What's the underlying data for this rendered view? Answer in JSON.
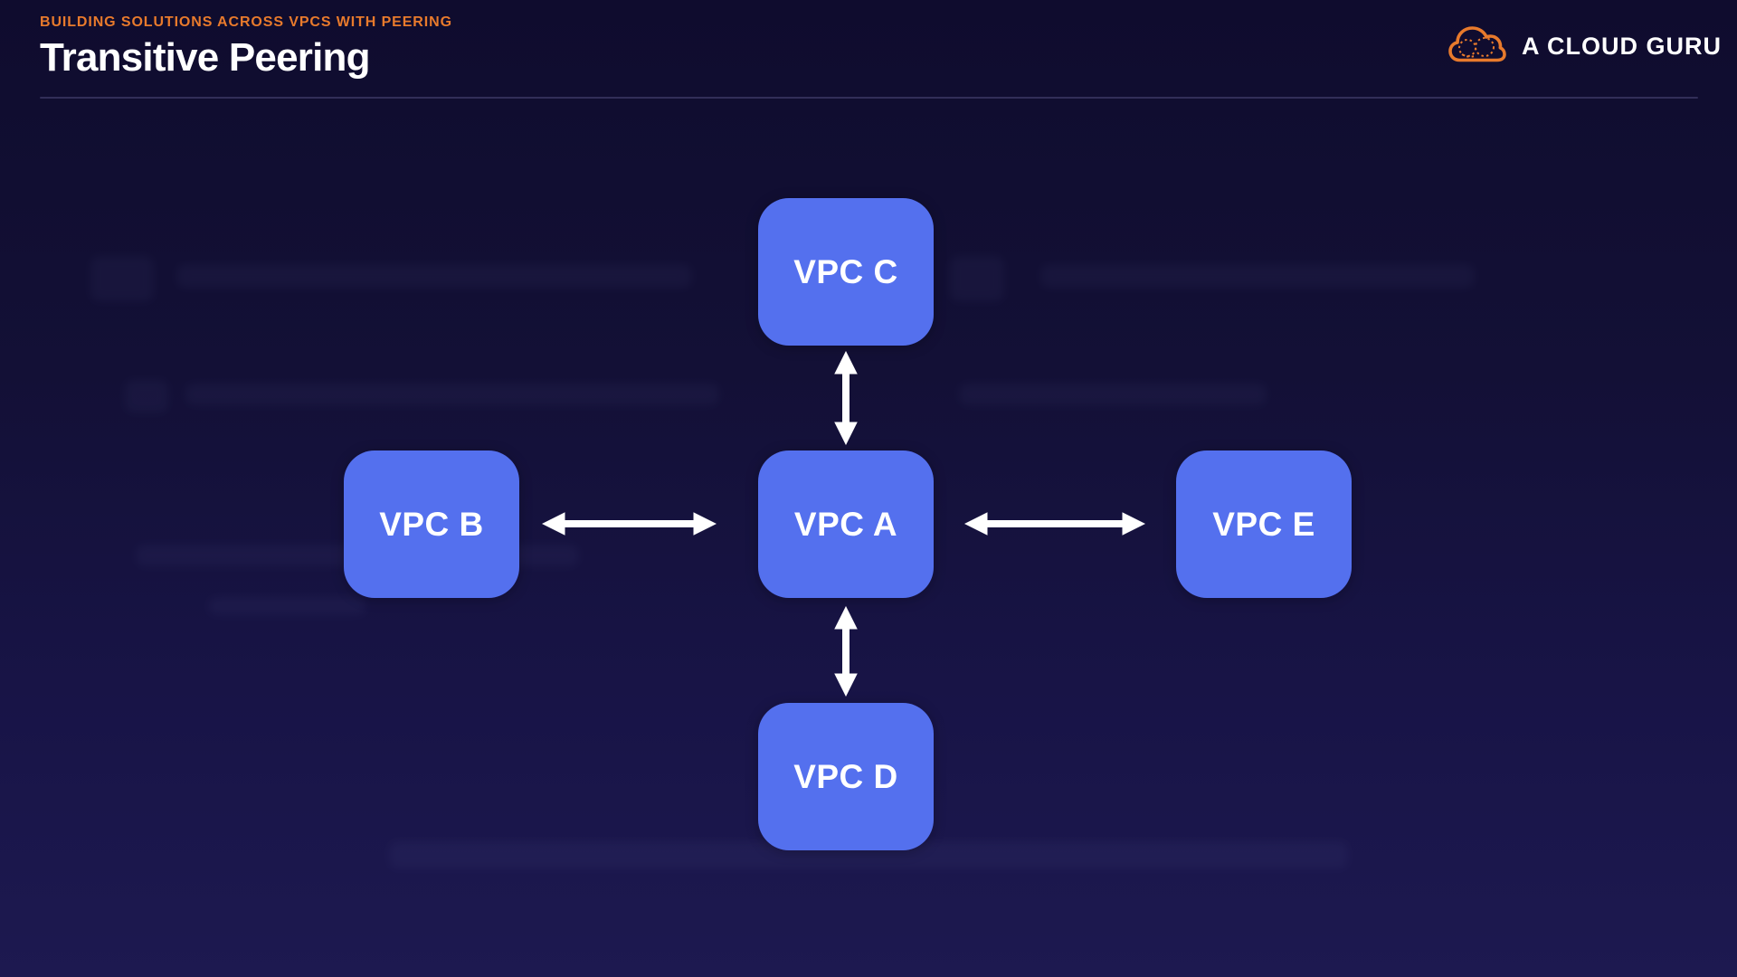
{
  "slide": {
    "eyebrow": "BUILDING SOLUTIONS ACROSS VPCS WITH PEERING",
    "title": "Transitive Peering"
  },
  "brand": {
    "name": "A CLOUD GURU",
    "logo_icon": "cloud-icon"
  },
  "colors": {
    "background_top": "#0f0c2e",
    "background_bottom": "#1d1950",
    "accent_orange": "#e87a2c",
    "node_fill": "#5470ee",
    "node_text": "#ffffff",
    "arrow": "#ffffff",
    "divider": "#322e58"
  },
  "diagram": {
    "nodes": [
      {
        "id": "vpc-a",
        "label": "VPC A",
        "position": "center"
      },
      {
        "id": "vpc-b",
        "label": "VPC B",
        "position": "left"
      },
      {
        "id": "vpc-c",
        "label": "VPC C",
        "position": "top"
      },
      {
        "id": "vpc-d",
        "label": "VPC D",
        "position": "bottom"
      },
      {
        "id": "vpc-e",
        "label": "VPC E",
        "position": "right"
      }
    ],
    "edges": [
      {
        "from": "VPC A",
        "to": "VPC C",
        "type": "bidirectional-arrow"
      },
      {
        "from": "VPC A",
        "to": "VPC B",
        "type": "bidirectional-arrow"
      },
      {
        "from": "VPC A",
        "to": "VPC E",
        "type": "bidirectional-arrow"
      },
      {
        "from": "VPC A",
        "to": "VPC D",
        "type": "bidirectional-arrow"
      }
    ]
  }
}
